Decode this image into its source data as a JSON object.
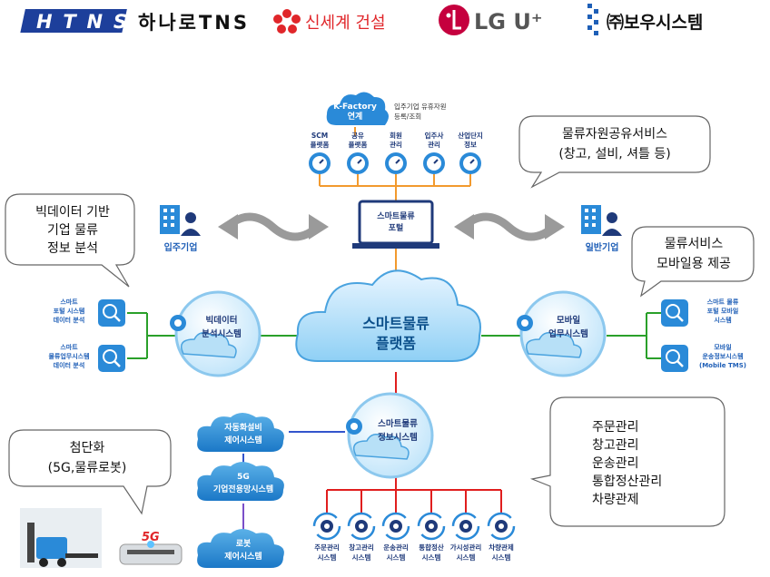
{
  "logos": {
    "htns": "HTNS",
    "hanaro": "하나로TNS",
    "shinsegae": "신세계 건설",
    "lg": "LG U⁺",
    "bowoo": "㈜보우시스템"
  },
  "portal": {
    "kfactory": [
      "K-Factory",
      "연계"
    ],
    "kfactory_note": [
      "입주기업 유휴자원",
      "등록/조회"
    ],
    "modules": [
      [
        "SCM",
        "플랫폼"
      ],
      [
        "공유",
        "플랫폼"
      ],
      [
        "회원",
        "관리"
      ],
      [
        "입주사",
        "관리"
      ],
      [
        "산업단지",
        "정보"
      ]
    ],
    "label": [
      "스마트물류",
      "포털"
    ]
  },
  "callouts": {
    "resource_sharing": [
      "물류자원공유서비스",
      "(창고, 설비, 셔틀 등)"
    ],
    "bigdata": [
      "빅데이터 기반",
      "기업 물류",
      "정보 분석"
    ],
    "mobile_service": [
      "물류서비스",
      "모바일용 제공"
    ],
    "advanced": [
      "첨단화",
      "(5G,물류로봇)"
    ],
    "functions": [
      "주문관리",
      "창고관리",
      "운송관리",
      "통합정산관리",
      "차량관제"
    ]
  },
  "entities": {
    "tenant": "입주기업",
    "general": "일반기업"
  },
  "platform": [
    "스마트물류",
    "플랫폼"
  ],
  "bigdata_system": [
    "빅데이터",
    "분석시스템"
  ],
  "bigdata_items": [
    [
      "스마트",
      "포털 시스템",
      "데이터 분석"
    ],
    [
      "스마트",
      "물류업무시스템",
      "데이터 분석"
    ]
  ],
  "mobile_system": [
    "모바일",
    "업무시스템"
  ],
  "mobile_items": [
    [
      "스마트 물류",
      "포털 모바일",
      "시스템"
    ],
    [
      "모바일",
      "운송정보시스템",
      "(Mobile TMS)"
    ]
  ],
  "info_system": [
    "스마트물류",
    "정보시스템"
  ],
  "control_systems": [
    [
      "자동화설비",
      "제어시스템"
    ],
    [
      "5G",
      "기업전용망시스템"
    ],
    [
      "로봇",
      "제어시스템"
    ]
  ],
  "sub_systems": [
    [
      "주문관리",
      "시스템"
    ],
    [
      "창고관리",
      "시스템"
    ],
    [
      "운송관리",
      "시스템"
    ],
    [
      "통합정산",
      "시스템"
    ],
    [
      "가시성관리",
      "시스템"
    ],
    [
      "차량관제",
      "시스템"
    ]
  ],
  "fiveg_badge": "5G",
  "colors": {
    "cloud": "#4aa3df",
    "navy": "#1f3a7a",
    "orange": "#f29a2e",
    "green": "#2aa02a",
    "red": "#e01e1e",
    "blue_line": "#3355cc",
    "purple": "#7b4fc9",
    "gray_arrow": "#9a9a9a"
  }
}
